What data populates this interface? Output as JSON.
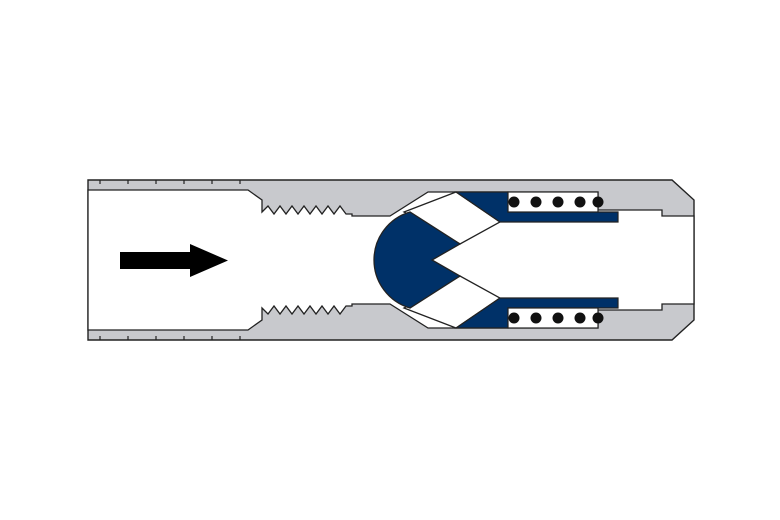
{
  "diagram": {
    "subject": "check-valve-cross-section",
    "flow_direction": "left-to-right",
    "components": [
      "valve-body",
      "threaded-connection",
      "poppet",
      "seat-insert",
      "spring"
    ],
    "colors": {
      "body": "#c8c9cd",
      "poppet": "#003168",
      "outline": "#222222",
      "bore": "#ffffff",
      "arrow": "#000000",
      "spring_coil": "#111111"
    }
  }
}
